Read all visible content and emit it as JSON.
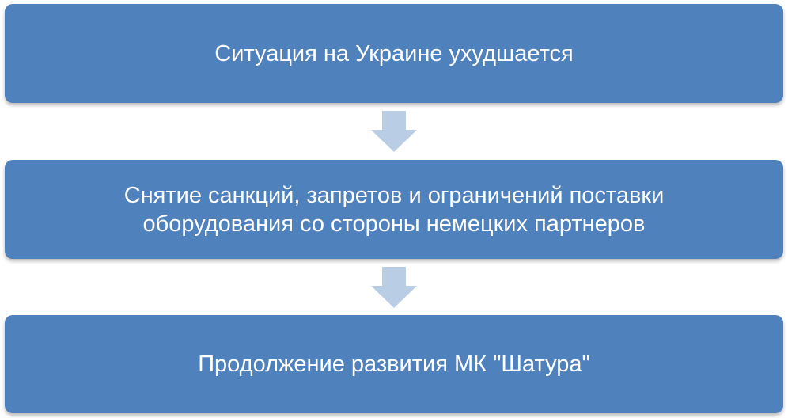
{
  "steps": [
    {
      "text": "Ситуация на Украине ухудшается"
    },
    {
      "text": "Снятие санкций, запретов и ограничений поставки\nоборудования  со стороны немецких партнеров"
    },
    {
      "text": "Продолжение развития МК \"Шатура\""
    }
  ],
  "colors": {
    "box": "#4f81bd",
    "arrow": "#b9cde5",
    "text": "#ffffff"
  },
  "icons": {
    "connector": "arrow-down-icon"
  }
}
